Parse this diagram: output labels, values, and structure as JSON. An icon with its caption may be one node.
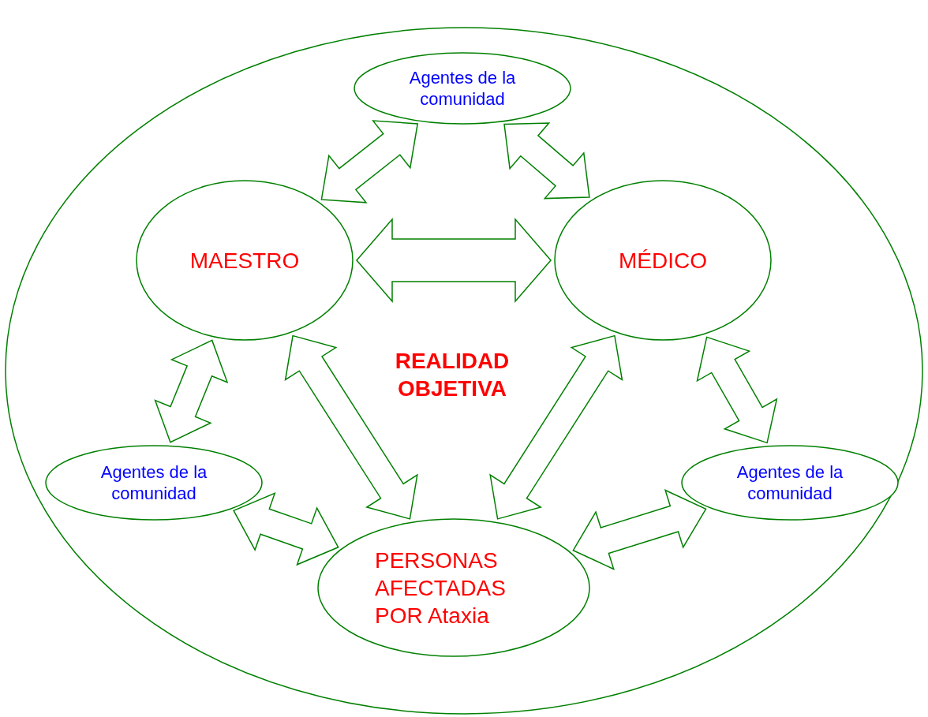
{
  "diagram": {
    "nodes": [
      {
        "text": [
          "REALIDAD OBJETIVA"
        ]
      },
      {
        "text": [
          "Agentes de la comunidad"
        ],
        "in": 0
      },
      {
        "text": [
          "MAESTRO"
        ],
        "in": 0
      },
      {
        "text": [
          "MÉDICO"
        ],
        "in": 0
      },
      {
        "text": [
          "Agentes de la comunidad"
        ],
        "in": 0
      },
      {
        "text": [
          "Agentes de la comunidad"
        ],
        "in": 0
      },
      {
        "text": [
          "PERSONAS AFECTADAS POR Ataxia"
        ],
        "in": 0
      }
    ],
    "edges": [
      {
        "from": 2,
        "to": 1,
        "arrow": "both"
      },
      {
        "from": 1,
        "to": 3,
        "arrow": "both"
      },
      {
        "from": 2,
        "to": 3,
        "arrow": "both"
      },
      {
        "from": 2,
        "to": 4,
        "arrow": "both"
      },
      {
        "from": 2,
        "to": 6,
        "arrow": "both"
      },
      {
        "from": 6,
        "to": 3,
        "arrow": "both"
      },
      {
        "from": 3,
        "to": 5,
        "arrow": "both"
      },
      {
        "from": 4,
        "to": 6,
        "arrow": "both"
      },
      {
        "from": 6,
        "to": 5,
        "arrow": "both"
      }
    ]
  }
}
